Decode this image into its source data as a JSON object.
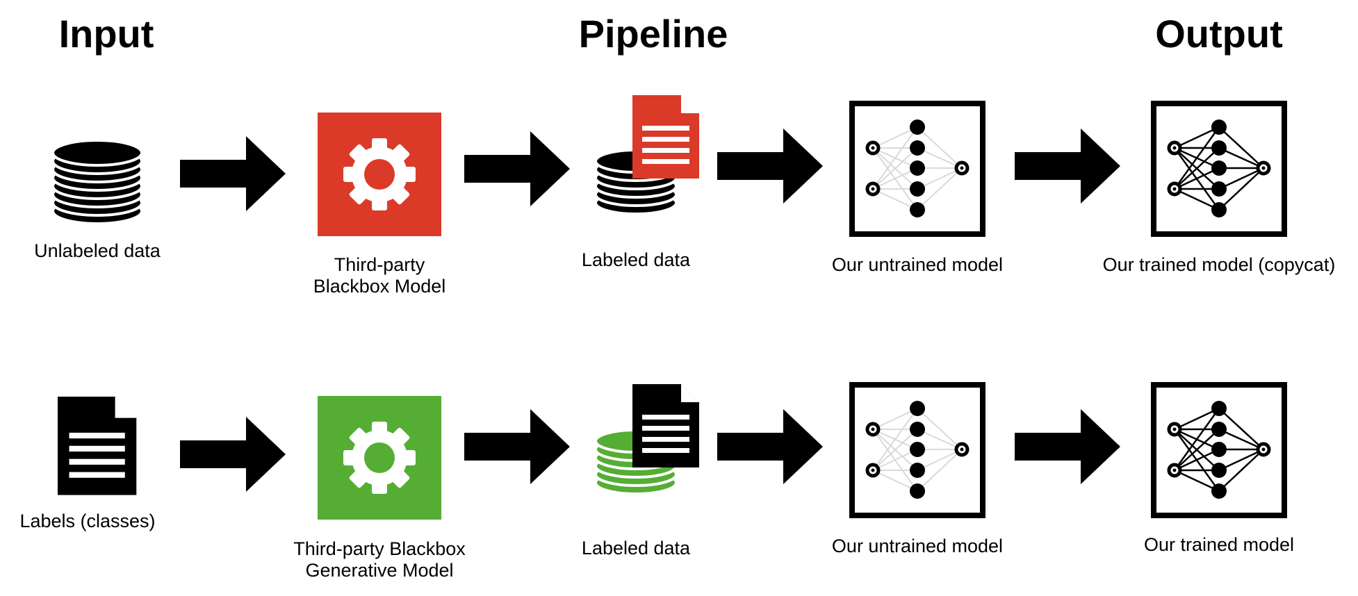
{
  "headers": {
    "input": "Input",
    "pipeline": "Pipeline",
    "output": "Output"
  },
  "row1": {
    "input_label": "Unlabeled data",
    "model_label_line1": "Third-party",
    "model_label_line2": "Blackbox Model",
    "labeled_label": "Labeled data",
    "untrained_label": "Our untrained model",
    "trained_label": "Our trained model (copycat)"
  },
  "row2": {
    "input_label": "Labels (classes)",
    "model_label_line1": "Third-party Blackbox",
    "model_label_line2": "Generative Model",
    "labeled_label": "Labeled data",
    "untrained_label": "Our untrained model",
    "trained_label": "Our trained model"
  },
  "colors": {
    "blackbox": "#db3a28",
    "generative": "#55ad34",
    "ink": "#000000",
    "faint": "#d9d9d9"
  },
  "icons": [
    "database-icon",
    "document-icon",
    "gear-icon",
    "neural-network-icon",
    "arrow-right-icon"
  ]
}
